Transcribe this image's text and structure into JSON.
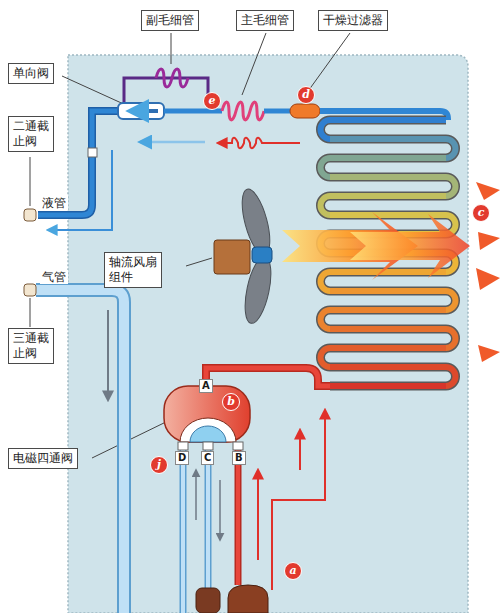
{
  "diagram": {
    "nodes": [
      {
        "text": [
          "副毛细管"
        ]
      },
      {
        "text": [
          "主毛细管"
        ]
      },
      {
        "text": [
          "干燥过滤器"
        ]
      },
      {
        "text": [
          "单向阀"
        ]
      },
      {
        "text": [
          "二通截止阀"
        ]
      },
      {
        "text": [
          "轴流风扇组件"
        ]
      },
      {
        "text": [
          "三通截止阀"
        ]
      },
      {
        "text": [
          "电磁四通阀"
        ]
      }
    ],
    "labels": [
      "e",
      "d",
      "液管",
      "c",
      "气管",
      "b",
      "A",
      "D",
      "C",
      "B",
      "j",
      "a"
    ]
  }
}
